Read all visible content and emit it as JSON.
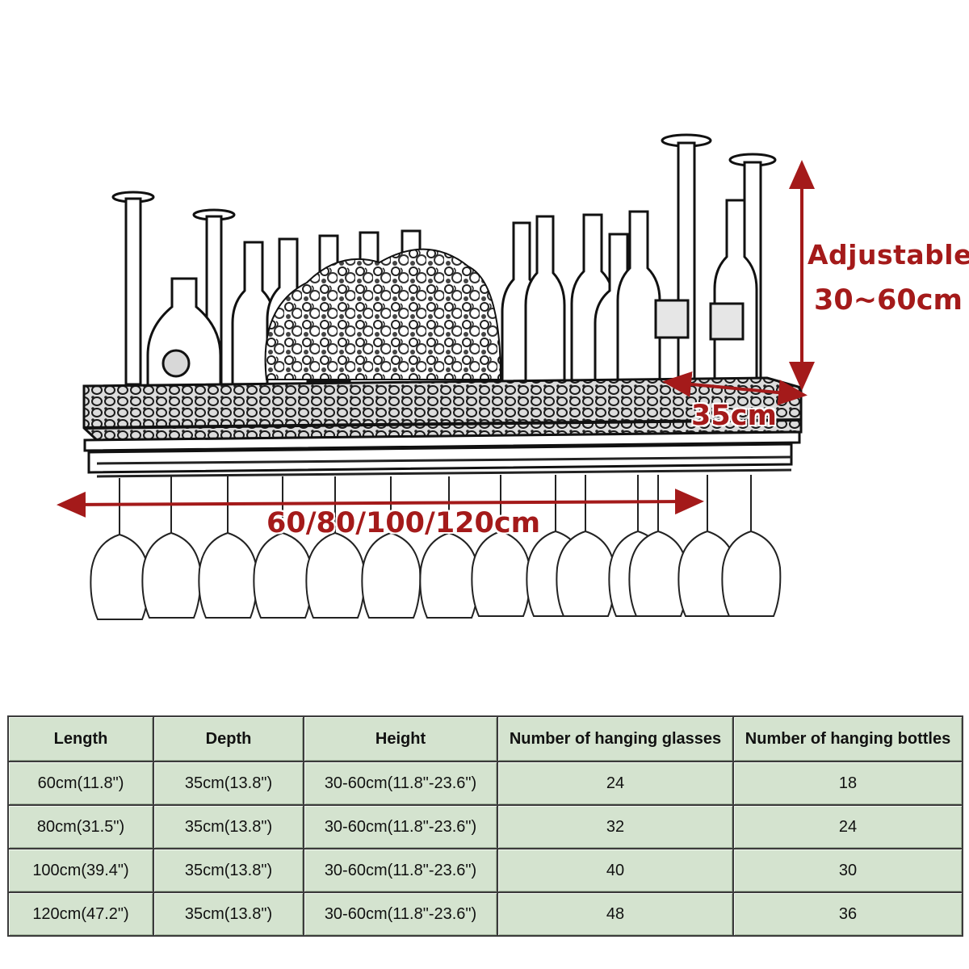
{
  "dimensions": {
    "height_label": "Adjustable",
    "height_range": "30~60cm",
    "depth": "35cm",
    "length": "60/80/100/120cm"
  },
  "colors": {
    "dimension_text": "#a41a1a",
    "table_background": "#d4e3cf",
    "table_border": "#3b3b3b"
  },
  "table": {
    "headers": [
      "Length",
      "Depth",
      "Height",
      "Number of hanging glasses",
      "Number of hanging bottles"
    ],
    "rows": [
      [
        "60cm(11.8\")",
        "35cm(13.8\")",
        "30-60cm(11.8\"-23.6\")",
        "24",
        "18"
      ],
      [
        "80cm(31.5\")",
        "35cm(13.8\")",
        "30-60cm(11.8\"-23.6\")",
        "32",
        "24"
      ],
      [
        "100cm(39.4\")",
        "35cm(13.8\")",
        "30-60cm(11.8\"-23.6\")",
        "40",
        "30"
      ],
      [
        "120cm(47.2\")",
        "35cm(13.8\")",
        "30-60cm(11.8\"-23.6\")",
        "48",
        "36"
      ]
    ]
  }
}
